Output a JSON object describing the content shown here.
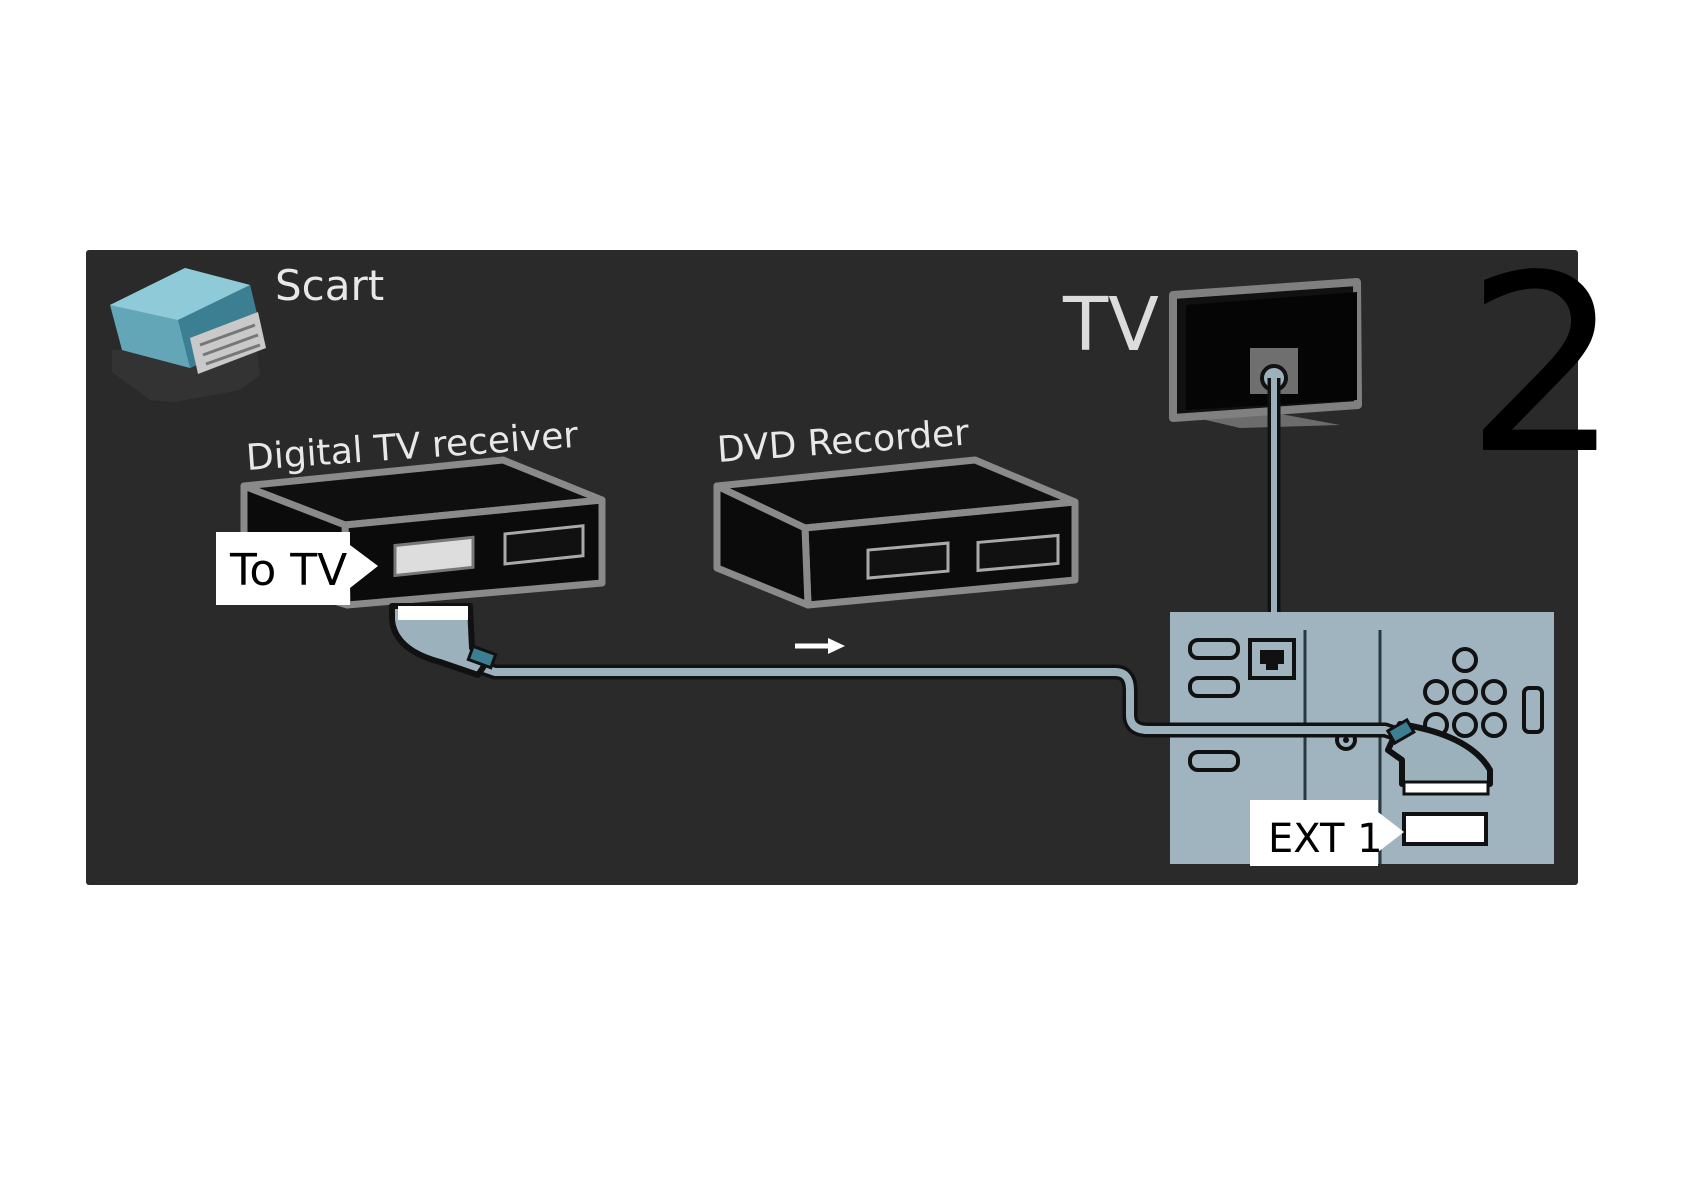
{
  "legend": {
    "cable_label": "Scart",
    "cable_icon": "scart-connector-icon"
  },
  "step_number": "2",
  "devices": {
    "receiver": {
      "label": "Digital TV receiver"
    },
    "recorder": {
      "label": "DVD Recorder"
    },
    "tv": {
      "label": "TV"
    }
  },
  "callouts": {
    "receiver_port": "To TV",
    "tv_port": "EXT 1"
  },
  "icons": {
    "direction": "arrow-right-icon",
    "antenna": "antenna-jack-icon",
    "network": "ethernet-port-icon"
  },
  "colors": {
    "panel": "#2a2a2a",
    "cable": "#9bb2bd",
    "cable_outline": "#111111",
    "device_body": "#0d0d0d",
    "device_outline": "#8a8a8a",
    "tv_panel": "#9fb4bf",
    "text": "#e8e8e8"
  }
}
